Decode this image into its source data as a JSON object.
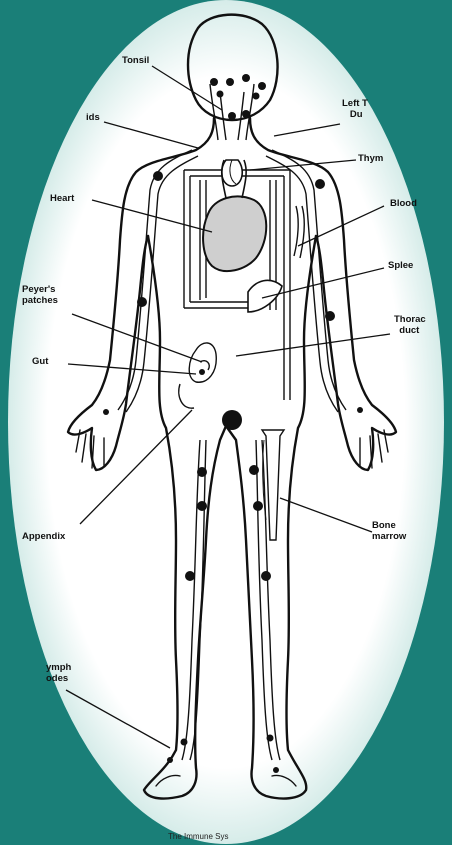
{
  "diagram": {
    "background_color": "#1a7f78",
    "oval_color": "#ffffff",
    "line_color": "#111111",
    "labels": {
      "tonsil": "Tonsil",
      "lymph_nodes_top": "ids",
      "left_thoracic_duct": "Left T\n   Du",
      "thymus": "Thym",
      "heart": "Heart",
      "blood_vessels": "Blood",
      "spleen": "Splee",
      "peyers_patches": "Peyer's\npatches",
      "thoracic_duct": "Thorac\n  duct",
      "gut": "Gut",
      "appendix": "Appendix",
      "bone_marrow": "Bone\nmarrow",
      "lymph_nodes_bottom": "ymph\nodes"
    },
    "caption": "The Immune Sys"
  }
}
